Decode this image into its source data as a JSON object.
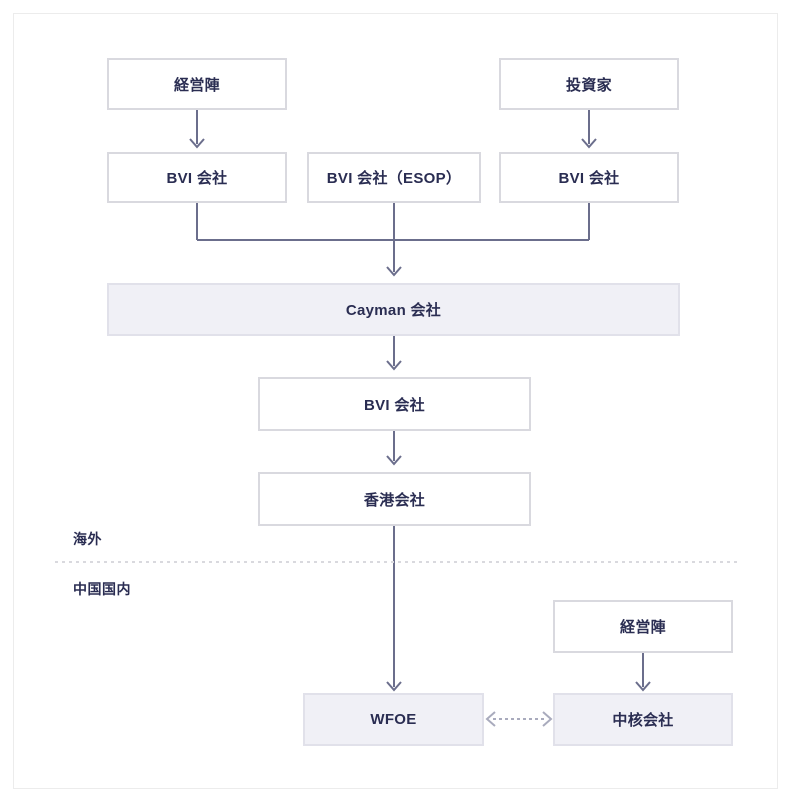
{
  "diagram": {
    "title_hint": "offshore-china holding structure chart",
    "region_labels": {
      "overseas": "海外",
      "china": "中国国内"
    },
    "nodes": {
      "management_top": {
        "label": "経営陣"
      },
      "investors": {
        "label": "投資家"
      },
      "bvi_left": {
        "label": "BVI 会社"
      },
      "bvi_esop": {
        "label": "BVI 会社（ESOP）"
      },
      "bvi_right": {
        "label": "BVI 会社"
      },
      "cayman": {
        "label": "Cayman 会社"
      },
      "bvi_mid": {
        "label": "BVI 会社"
      },
      "hongkong": {
        "label": "香港会社"
      },
      "management_bottom": {
        "label": "経営陣"
      },
      "wfoe": {
        "label": "WFOE"
      },
      "core_company": {
        "label": "中核会社"
      }
    },
    "edges": [
      "management_top -> bvi_left",
      "investors -> bvi_right",
      "bvi_left + bvi_esop + bvi_right -> cayman",
      "cayman -> bvi_mid",
      "bvi_mid -> hongkong",
      "hongkong -> wfoe",
      "management_bottom -> core_company",
      "wfoe <..> core_company (dotted, two-way)"
    ],
    "colors": {
      "accent_line": "#6b6e8c",
      "box_border": "#d9d9df",
      "highlight_fill": "#f0f0f6",
      "highlight_border": "#e1e1ea",
      "text": "#2a2d52",
      "divider": "#d9d9de",
      "dotted_arrow": "#a9abbd",
      "card_border": "#ececec"
    }
  }
}
